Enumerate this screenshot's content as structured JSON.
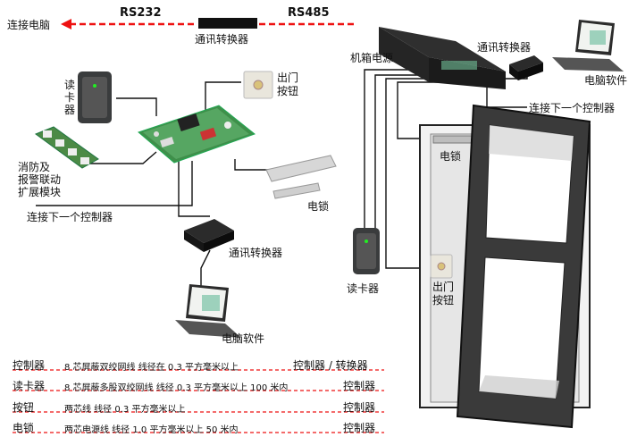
{
  "top_bus": {
    "connect_pc": "连接电脑",
    "rs232": "RS232",
    "rs485": "RS485",
    "converter": "通讯转换器"
  },
  "left": {
    "card_reader": "读卡器",
    "exit_button": "出门按钮",
    "fire_module": [
      "消防及",
      "报警联动",
      "扩展模块"
    ],
    "electric_lock": "电锁",
    "next_controller": "连接下一个控制器",
    "converter": "通讯转换器",
    "pc_software": "电脑软件"
  },
  "right": {
    "power_box": "机箱电源",
    "converter": "通讯转换器",
    "pc_software": "电脑软件",
    "next_controller": "连接下一个控制器",
    "electric_lock": "电锁",
    "card_reader": "读卡器",
    "exit_button": "出门按钮"
  },
  "wiring_table": [
    {
      "device": "控制器",
      "spec": "8 芯屏蔽双绞网线 线径在 0.3 平方毫米以上",
      "target": "控制器 / 转换器"
    },
    {
      "device": "读卡器",
      "spec": "8 芯屏蔽多股双绞网线  线径 0.3 平方毫米以上  100 米内",
      "target": "控制器"
    },
    {
      "device": "按钮",
      "spec": "两芯线  线径 0.3 平方毫米以上",
      "target": "控制器"
    },
    {
      "device": "电锁",
      "spec": "两芯电源线  线径 1.0 平方毫米以上  50 米内",
      "target": "控制器"
    }
  ],
  "colors": {
    "accent_red": "#e11111",
    "wire": "#111111",
    "board_green": "#3f8f4a",
    "door_frame": "#2a2a2a"
  }
}
